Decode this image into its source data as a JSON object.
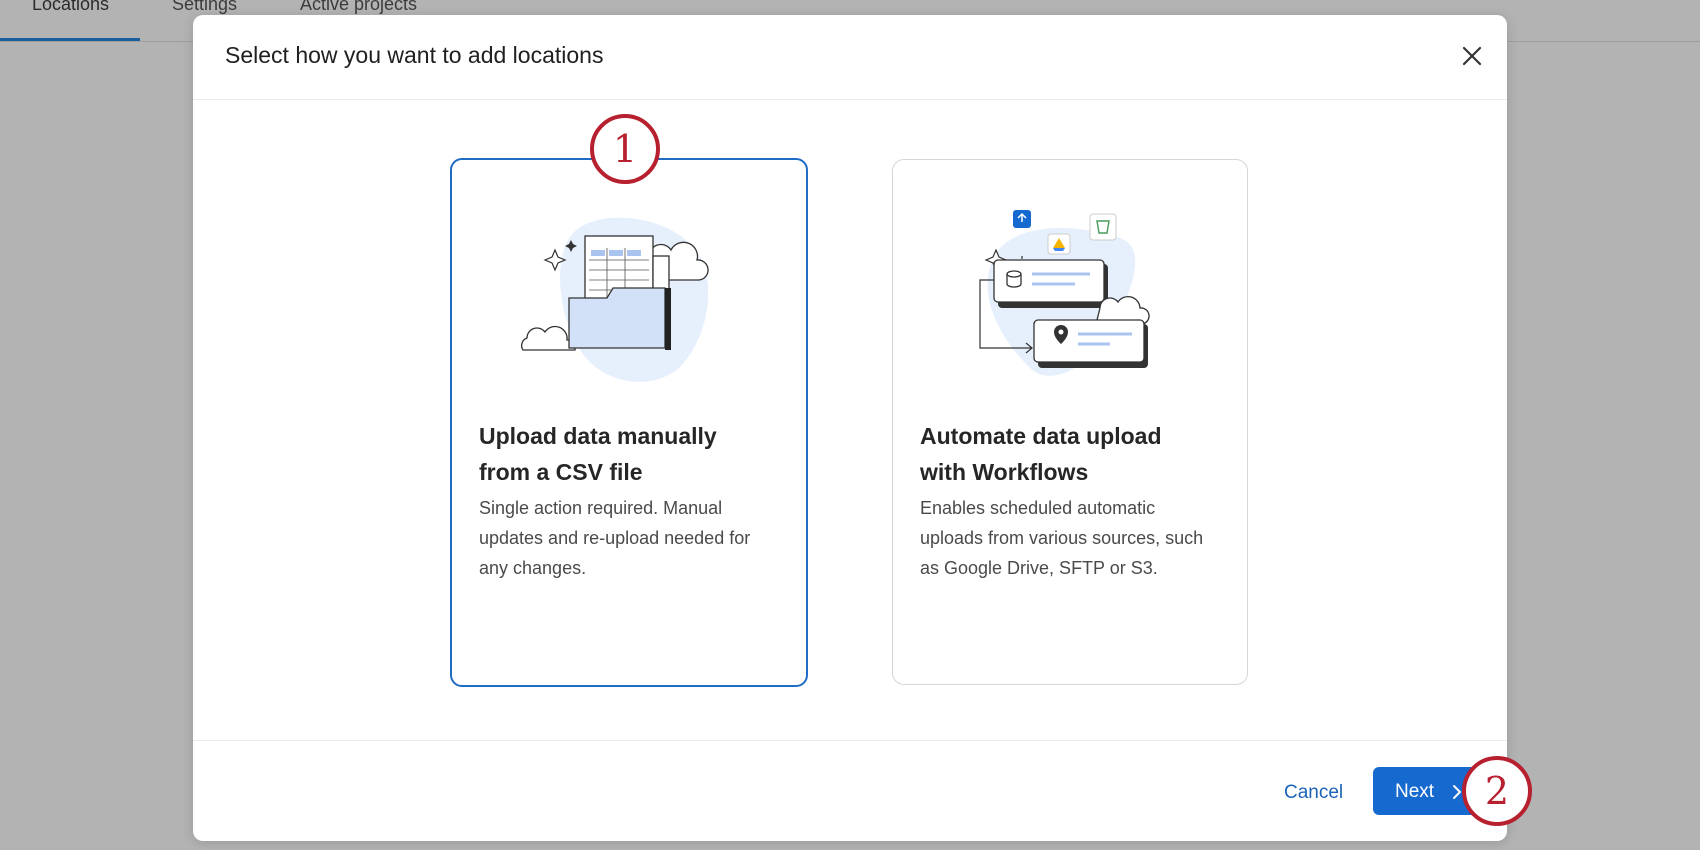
{
  "background_tabs": [
    {
      "label": "Locations"
    },
    {
      "label": "Settings"
    },
    {
      "label": "Active projects"
    }
  ],
  "dialog": {
    "title": "Select how you want to add locations",
    "close_icon": "close-icon"
  },
  "options": [
    {
      "title_line1": "Upload data manually",
      "title_line2": "from a CSV file",
      "description_lines": [
        "Single action required. Manual",
        "updates and re-upload needed for",
        "any changes."
      ],
      "selected": true,
      "illustration": "folder-spreadsheet-illustration"
    },
    {
      "title_line1": "Automate data upload",
      "title_line2": "with Workflows",
      "description_lines": [
        "Enables scheduled automatic",
        "uploads from various sources, such",
        "as Google Drive, SFTP or S3."
      ],
      "selected": false,
      "illustration": "workflow-automation-illustration"
    }
  ],
  "footer": {
    "cancel_label": "Cancel",
    "next_label": "Next"
  },
  "annotations": [
    {
      "number": "1"
    },
    {
      "number": "2"
    }
  ],
  "colors": {
    "primary": "#1669cf",
    "selected_border": "#1f6cc5",
    "annotation": "#b7202e",
    "overlay": "#b3b3b3"
  }
}
